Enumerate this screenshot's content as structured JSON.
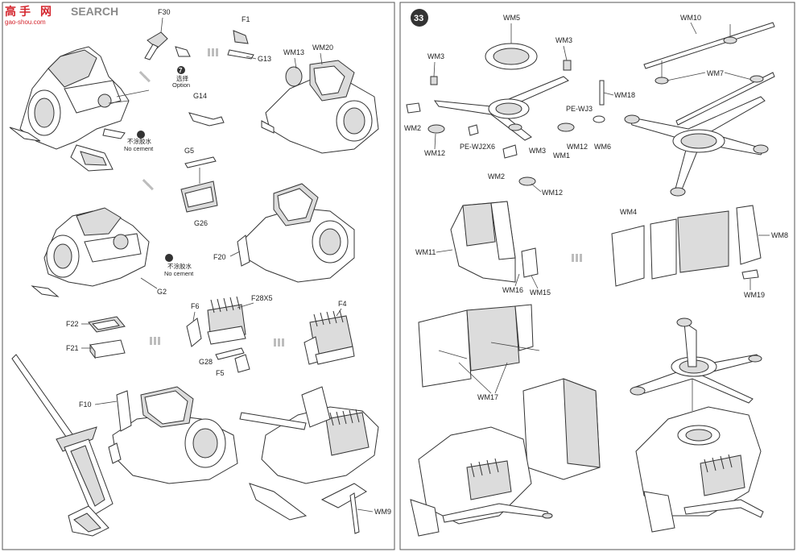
{
  "watermark": {
    "logo_text": "SEARCH",
    "brand_char": "高",
    "brand_char2": "手",
    "brand_char3": "网",
    "url": "gao-shou.com"
  },
  "left_panel": {
    "part_labels": {
      "F30": "F30",
      "F1": "F1",
      "G13": "G13",
      "option_cn": "选择",
      "option_en": "Option",
      "G14": "G14",
      "WM13": "WM13",
      "WM20": "WM20",
      "no_cement_cn_1": "不涂胶水",
      "no_cement_en_1": "No cement",
      "G5": "G5",
      "G26": "G26",
      "F20": "F20",
      "no_cement_cn_2": "不涂胶水",
      "no_cement_en_2": "No cement",
      "G2": "G2",
      "F6": "F6",
      "F28X5": "F28X5",
      "F4": "F4",
      "F22": "F22",
      "F21": "F21",
      "G28": "G28",
      "F5": "F5",
      "F10": "F10",
      "WM9": "WM9"
    },
    "option_icon": "7"
  },
  "right_panel": {
    "step_number": "33",
    "part_labels": {
      "WM5": "WM5",
      "WM3_a": "WM3",
      "WM3_b": "WM3",
      "WM10": "WM10",
      "WM7": "WM7",
      "WM18": "WM18",
      "PE_WJ3": "PE-WJ3",
      "WM2_a": "WM2",
      "WM12_a": "WM12",
      "PE_WJ2X6": "PE-WJ2X6",
      "WM3_c": "WM3",
      "WM1": "WM1",
      "WM12_b": "WM12",
      "WM6": "WM6",
      "WM2_b": "WM2",
      "WM12_c": "WM12",
      "WM4": "WM4",
      "WM8": "WM8",
      "WM11": "WM11",
      "WM16": "WM16",
      "WM15": "WM15",
      "WM19": "WM19",
      "WM17": "WM17"
    }
  }
}
